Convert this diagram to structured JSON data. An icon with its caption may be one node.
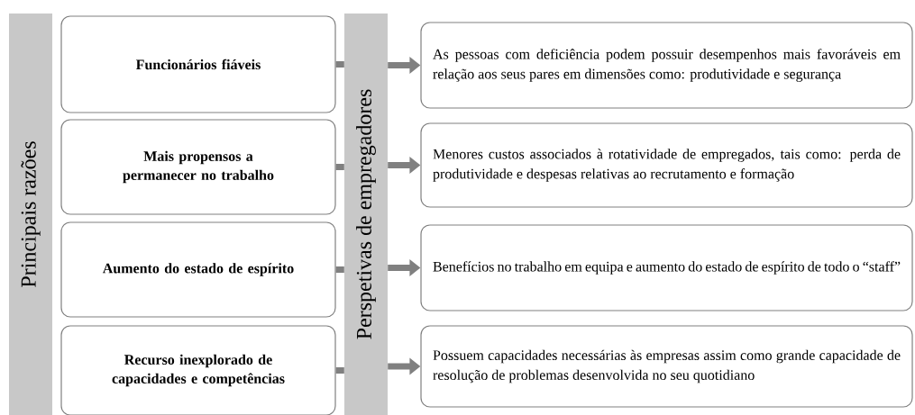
{
  "diagram": {
    "nodes": [
      {
        "text": [
          "Principais razões"
        ]
      },
      {
        "text": [
          "Funcionários fiáveis"
        ]
      },
      {
        "text": [
          "Mais propensos a permanecer no trabalho"
        ]
      },
      {
        "text": [
          "Aumento do estado de espírito"
        ]
      },
      {
        "text": [
          "Recurso inexplorado de capacidades e competências"
        ]
      },
      {
        "text": [
          "Perspetivas de empregadores"
        ]
      },
      {
        "text": [
          "As pessoas com deficiência podem possuir desempenhos mais favoráveis em relação aos seus pares em dimensões como: produtividade e segurança"
        ]
      },
      {
        "text": [
          "Menores custos associados à rotatividade de empregados, tais como: perda de produtividade e despesas relativas ao recrutamento e formação"
        ]
      },
      {
        "text": [
          "Benefícios no trabalho em equipa e aumento do estado de espírito de todo o “staff”"
        ]
      },
      {
        "text": [
          "Possuem capacidades necessárias às empresas assim como grande capacidade de resolução de problemas desenvolvida no seu quotidiano"
        ]
      }
    ],
    "edges": [
      {
        "from": 1,
        "to": 5,
        "arrow": "none"
      },
      {
        "from": 2,
        "to": 5,
        "arrow": "none"
      },
      {
        "from": 3,
        "to": 5,
        "arrow": "none"
      },
      {
        "from": 4,
        "to": 5,
        "arrow": "none"
      },
      {
        "from": 5,
        "to": 6,
        "arrow": "to"
      },
      {
        "from": 5,
        "to": 7,
        "arrow": "to"
      },
      {
        "from": 5,
        "to": 8,
        "arrow": "to"
      },
      {
        "from": 5,
        "to": 9,
        "arrow": "to"
      }
    ]
  }
}
